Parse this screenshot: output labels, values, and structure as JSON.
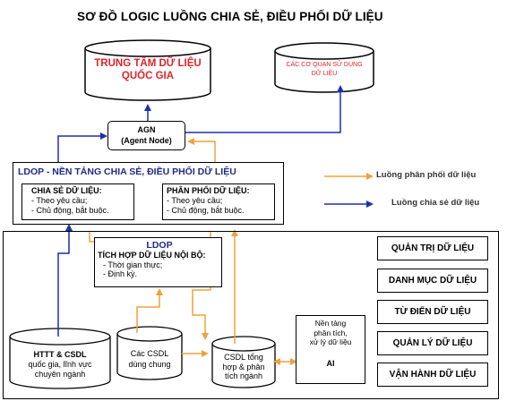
{
  "title": "SƠ ĐỒ LOGIC LUỒNG CHIA SẺ, ĐIỀU PHỐI DỮ LIỆU",
  "national_center": [
    "TRUNG TÂM DỮ LIỆU",
    "QUỐC GIA"
  ],
  "agencies": [
    "CÁC CƠ QUAN SỬ DỤNG",
    "DỮ LIỆU"
  ],
  "agn": [
    "AGN",
    "(Agent Node)"
  ],
  "ldop_platform": {
    "title": "LDOP - NỀN TẢNG CHIA SẺ, ĐIỀU PHỐI DỮ LIỆU",
    "share_box": [
      "CHIA SẺ DỮ LIỆU:",
      "- Theo yêu cầu;",
      "- Chủ động, bắt buộc."
    ],
    "distribute_box": [
      "PHÂN PHỐI DỮ LIỆU:",
      "- Theo yêu cầu;",
      "- Chủ động, bắt buộc."
    ]
  },
  "legend": {
    "distribution": "Luồng phân phối dữ liệu",
    "sharing": "Luồng chia sẻ dữ liệu"
  },
  "ldop_internal": {
    "title": "LDOP",
    "subtitle": "TÍCH HỢP DỮ LIỆU NỘI BỘ:",
    "items": [
      "- Thời gian thực;",
      "- Định kỳ."
    ]
  },
  "databases": {
    "httt": [
      "HTTT & CSDL",
      "quốc gia, lĩnh vực",
      "chuyên ngành"
    ],
    "shared": [
      "Các CSDL",
      "dùng chung"
    ],
    "synthesis": [
      "CSDL tổng",
      "hợp & phân",
      "tích ngành"
    ]
  },
  "analysis_platform": [
    "Nền tảng",
    "phân tích,",
    "xử lý dữ liệu"
  ],
  "ai": "AI",
  "right_boxes": [
    "QUẢN TRỊ DỮ LIỆU",
    "DANH MỤC DỮ LIỆU",
    "TỪ ĐIỂN DỮ LIỆU",
    "QUẢN LÝ DỮ LIỆU",
    "VẬN HÀNH DỮ LIỆU"
  ],
  "colors": {
    "sharing": "#1c2fb0",
    "distribution": "#f0a23c",
    "title_red": "#e0232a",
    "ldop_navy": "#1f2a8a"
  }
}
